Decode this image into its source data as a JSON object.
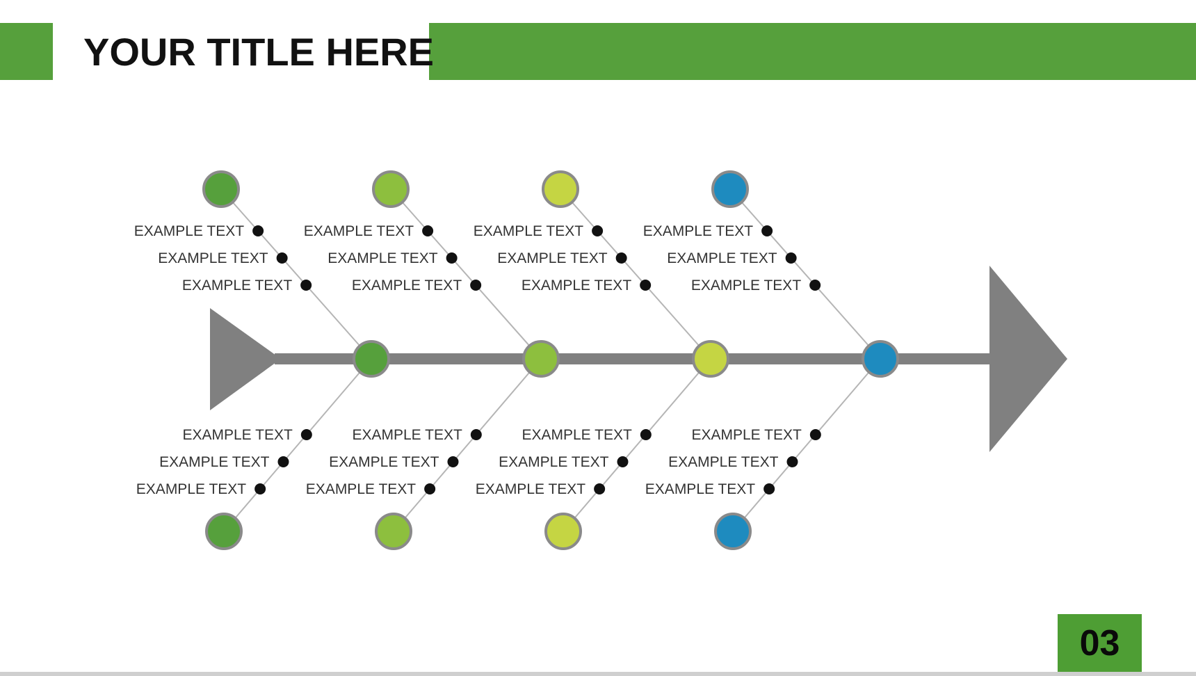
{
  "slide": {
    "title": "YOUR TITLE HERE",
    "page_number": "03"
  },
  "colors": {
    "band": "#56a03c",
    "spine": "#808080",
    "node_outline": "#8a8a8a",
    "connector": "#b5b5b5"
  },
  "fishbone": {
    "branches": [
      {
        "color": "#56a03c",
        "top_items": [
          "EXAMPLE TEXT",
          "EXAMPLE TEXT",
          "EXAMPLE TEXT"
        ],
        "bottom_items": [
          "EXAMPLE TEXT",
          "EXAMPLE TEXT",
          "EXAMPLE TEXT"
        ]
      },
      {
        "color": "#8dbf3e",
        "top_items": [
          "EXAMPLE TEXT",
          "EXAMPLE TEXT",
          "EXAMPLE TEXT"
        ],
        "bottom_items": [
          "EXAMPLE TEXT",
          "EXAMPLE TEXT",
          "EXAMPLE TEXT"
        ]
      },
      {
        "color": "#c5d543",
        "top_items": [
          "EXAMPLE TEXT",
          "EXAMPLE TEXT",
          "EXAMPLE TEXT"
        ],
        "bottom_items": [
          "EXAMPLE TEXT",
          "EXAMPLE TEXT",
          "EXAMPLE TEXT"
        ]
      },
      {
        "color": "#1e8bbf",
        "top_items": [
          "EXAMPLE TEXT",
          "EXAMPLE TEXT",
          "EXAMPLE TEXT"
        ],
        "bottom_items": [
          "EXAMPLE TEXT",
          "EXAMPLE TEXT",
          "EXAMPLE TEXT"
        ]
      }
    ]
  }
}
